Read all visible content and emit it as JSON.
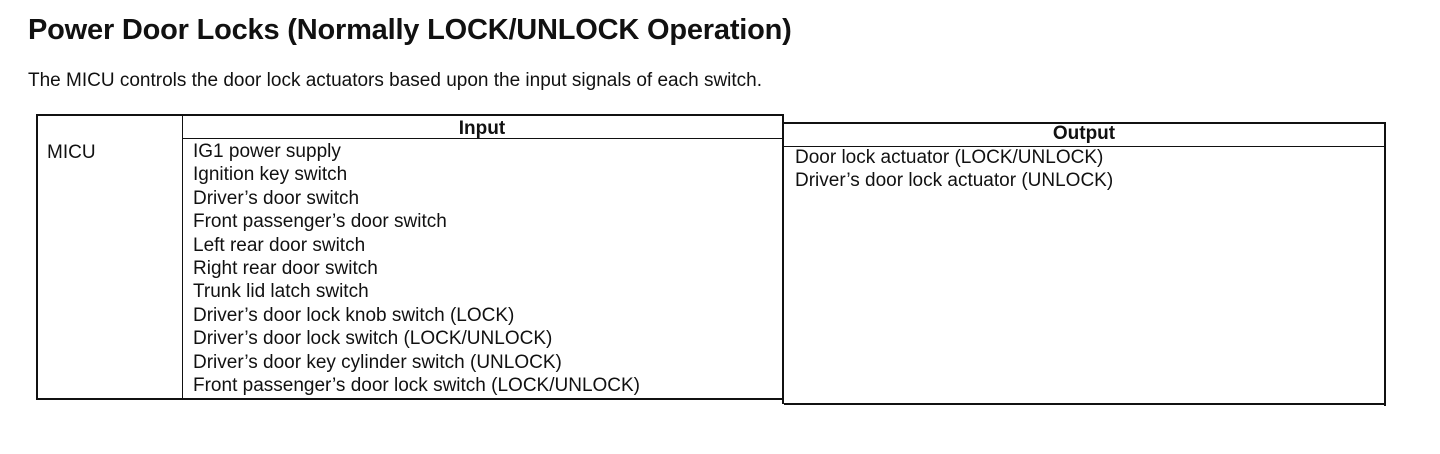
{
  "document": {
    "title": "Power Door Locks (Normally LOCK/UNLOCK Operation)",
    "intro": "The MICU controls the door lock actuators based upon the input signals of each switch."
  },
  "table": {
    "headers": {
      "input": "Input",
      "output": "Output"
    },
    "row_label": "MICU",
    "inputs": [
      "IG1 power supply",
      "Ignition key switch",
      "Driver’s door switch",
      "Front passenger’s door switch",
      "Left rear door switch",
      "Right rear door switch",
      "Trunk lid latch switch",
      "Driver’s door lock knob switch (LOCK)",
      "Driver’s door lock switch (LOCK/UNLOCK)",
      "Driver’s door key cylinder switch (UNLOCK)",
      "Front passenger’s door lock switch (LOCK/UNLOCK)"
    ],
    "outputs": [
      "Door lock actuator (LOCK/UNLOCK)",
      "Driver’s door lock actuator (UNLOCK)"
    ]
  }
}
